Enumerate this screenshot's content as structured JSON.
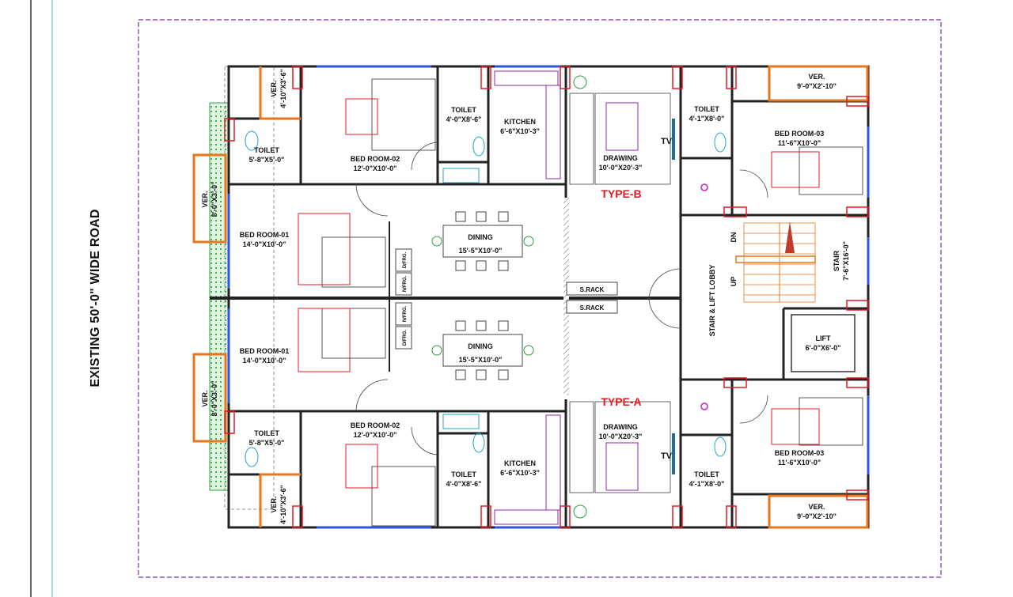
{
  "road_label": "EXISTING 50'-0\" WIDE ROAD",
  "unit_tags": {
    "type_b": "TYPE-B",
    "type_a": "TYPE-A"
  },
  "rooms": {
    "ver_tl": {
      "name": "VER.",
      "size": "4'-10\"X3'-6\""
    },
    "ver_bl": {
      "name": "VER.",
      "size": "4'-10\"X3'-6\""
    },
    "ver_l1": {
      "name": "VER.",
      "size": "8'-0\"X3'-0\""
    },
    "ver_l2": {
      "name": "VER.",
      "size": "8'-0\"X3'-0\""
    },
    "ver_tr": {
      "name": "VER.",
      "size": "9'-0\"X2'-10\""
    },
    "ver_br": {
      "name": "VER.",
      "size": "9'-0\"X2'-10\""
    },
    "toilet_l_top": {
      "name": "TOILET",
      "size": "5'-8\"X5'-0\""
    },
    "toilet_l_bot": {
      "name": "TOILET",
      "size": "5'-8\"X5'-0\""
    },
    "bed02_top": {
      "name": "BED ROOM-02",
      "size": "12'-0\"X10'-0\""
    },
    "bed02_bot": {
      "name": "BED ROOM-02",
      "size": "12'-0\"X10'-0\""
    },
    "toilet_m_top": {
      "name": "TOILET",
      "size": "4'-0\"X8'-6\""
    },
    "toilet_m_bot": {
      "name": "TOILET",
      "size": "4'-0\"X8'-6\""
    },
    "kitchen_top": {
      "name": "KITCHEN",
      "size": "6'-6\"X10'-3\""
    },
    "kitchen_bot": {
      "name": "KITCHEN",
      "size": "6'-6\"X10'-3\""
    },
    "drawing_top": {
      "name": "DRAWING",
      "size": "10'-0\"X20'-3\""
    },
    "drawing_bot": {
      "name": "DRAWING",
      "size": "10'-0\"X20'-3\""
    },
    "toilet_r_top": {
      "name": "TOILET",
      "size": "4'-1\"X8'-0\""
    },
    "toilet_r_bot": {
      "name": "TOILET",
      "size": "4'-1\"X8'-0\""
    },
    "bed03_top": {
      "name": "BED ROOM-03",
      "size": "11'-6\"X10'-0\""
    },
    "bed03_bot": {
      "name": "BED ROOM-03",
      "size": "11'-6\"X10'-0\""
    },
    "bed01_top": {
      "name": "BED ROOM-01",
      "size": "14'-0\"X10'-0\""
    },
    "bed01_bot": {
      "name": "BED ROOM-01",
      "size": "14'-0\"X10'-0\""
    },
    "dining_top": {
      "name": "DINING",
      "size": "15'-5\"X10'-0\""
    },
    "dining_bot": {
      "name": "DINING",
      "size": "15'-5\"X10'-0\""
    },
    "lift": {
      "name": "LIFT",
      "size": "6'-0\"X6'-0\""
    },
    "stair": {
      "name": "STAIR",
      "size": "7'-6\"X16'-0\""
    }
  },
  "labels": {
    "tv": "TV",
    "stair_lobby": "STAIR & LIFT LOBBY",
    "dn": "DN",
    "up": "UP",
    "s_rack": "S.RACK",
    "d_frg": "D/FRG.",
    "n_frg": "N/FRG."
  },
  "colors": {
    "wall": "#222222",
    "window": "#2f54e0",
    "balcony": "#e8761c",
    "column": "#e01b24",
    "boundary": "#7a2f9e",
    "tag": "#e01b24",
    "landscape": "#2e9e44",
    "margin_line": "#3fbf9f"
  }
}
